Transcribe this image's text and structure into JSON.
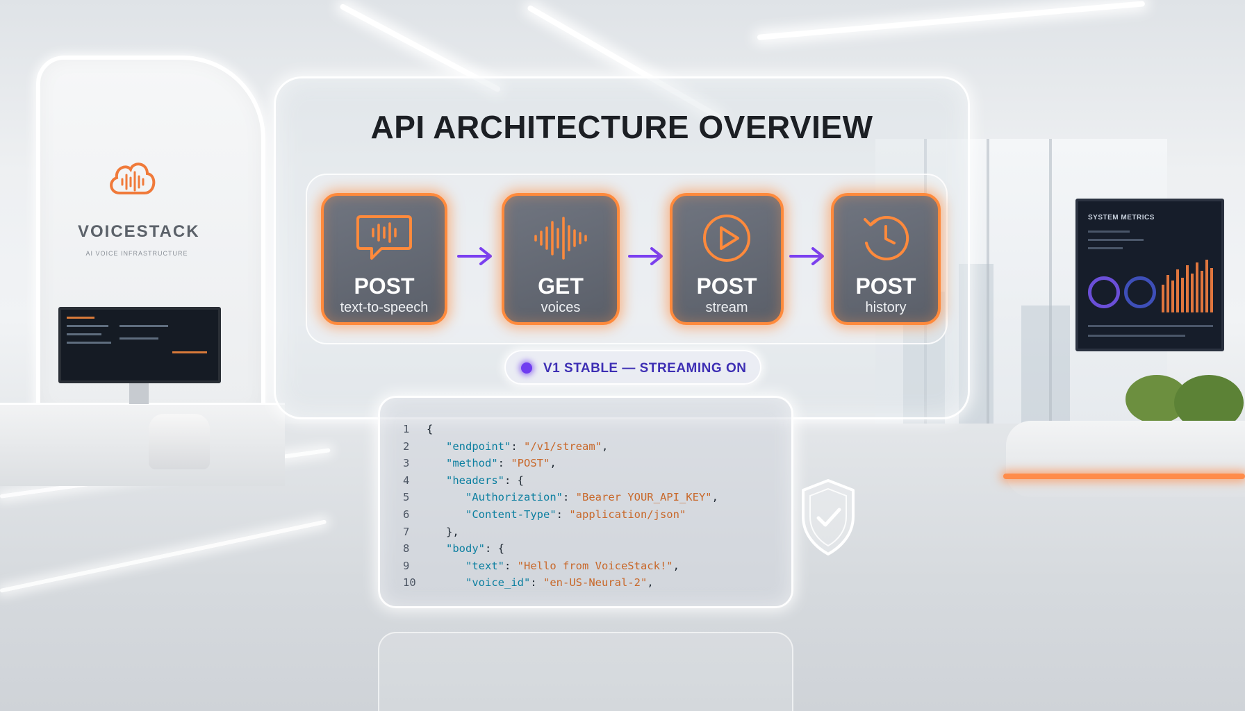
{
  "brand": {
    "name": "VOICESTACK",
    "tagline": "AI VOICE INFRASTRUCTURE"
  },
  "panel": {
    "title": "API ARCHITECTURE OVERVIEW"
  },
  "endpoints": [
    {
      "method": "POST",
      "path": "text-to-speech",
      "icon": "speech-bubble-waveform-icon"
    },
    {
      "method": "GET",
      "path": "voices",
      "icon": "waveform-icon"
    },
    {
      "method": "POST",
      "path": "stream",
      "icon": "play-circle-icon"
    },
    {
      "method": "POST",
      "path": "history",
      "icon": "history-clock-icon"
    }
  ],
  "status": {
    "label": "V1 STABLE — STREAMING ON"
  },
  "tv": {
    "title": "SYSTEM METRICS"
  },
  "code": {
    "line_numbers": [
      "1",
      "2",
      "3",
      "4",
      "5",
      "6",
      "7",
      "8",
      "9",
      "10"
    ],
    "lines": [
      {
        "indent": "",
        "key": "",
        "sep": "{",
        "value": "",
        "tail": ""
      },
      {
        "indent": "   ",
        "key": "\"endpoint\"",
        "sep": ": ",
        "value": "\"/v1/stream\"",
        "tail": ","
      },
      {
        "indent": "   ",
        "key": "\"method\"",
        "sep": ": ",
        "value": "\"POST\"",
        "tail": ","
      },
      {
        "indent": "   ",
        "key": "\"headers\"",
        "sep": ": {",
        "value": "",
        "tail": ""
      },
      {
        "indent": "      ",
        "key": "\"Authorization\"",
        "sep": ": ",
        "value": "\"Bearer YOUR_API_KEY\"",
        "tail": ","
      },
      {
        "indent": "      ",
        "key": "\"Content-Type\"",
        "sep": ": ",
        "value": "\"application/json\"",
        "tail": ""
      },
      {
        "indent": "   ",
        "key": "",
        "sep": "},",
        "value": "",
        "tail": ""
      },
      {
        "indent": "   ",
        "key": "\"body\"",
        "sep": ": {",
        "value": "",
        "tail": ""
      },
      {
        "indent": "      ",
        "key": "\"text\"",
        "sep": ": ",
        "value": "\"Hello from VoiceStack!\"",
        "tail": ","
      },
      {
        "indent": "      ",
        "key": "\"voice_id\"",
        "sep": ": ",
        "value": "\"en-US-Neural-2\"",
        "tail": ","
      }
    ]
  },
  "colors": {
    "accent_orange": "#ff8a3c",
    "accent_purple": "#6f3cf0",
    "code_key": "#0c7fa0",
    "code_string": "#c8682a"
  },
  "icons": {
    "brand": "cloud-waveform-icon",
    "verified": "shield-check-icon",
    "flow": "arrow-right-icon"
  }
}
